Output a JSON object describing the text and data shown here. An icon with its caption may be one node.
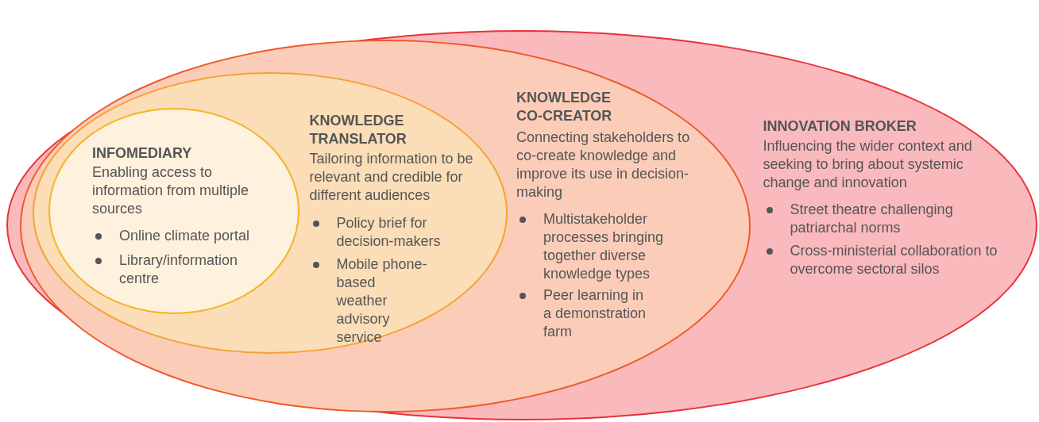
{
  "diagram": {
    "nodes": [
      {
        "text": [
          "INNOVATION BROKER",
          "Influencing the wider context and seeking to bring about systemic change and innovation",
          "Street theatre challenging patriarchal norms",
          "Cross-ministerial collaboration to overcome sectoral silos"
        ]
      },
      {
        "text": [
          "KNOWLEDGE CO-CREATOR",
          "Connecting stakeholders to co-create knowledge and improve its use in decision-making",
          "Multistakeholder processes bringing together diverse knowledge types",
          "Peer learning in a demonstration farm"
        ],
        "in": 0
      },
      {
        "text": [
          "KNOWLEDGE TRANSLATOR",
          "Tailoring information to be relevant and credible for different audiences",
          "Policy brief for decision-makers",
          "Mobile phone-based weather advisory service"
        ],
        "in": 1
      },
      {
        "text": [
          "INFOMEDIARY",
          "Enabling access to information from multiple sources",
          "Online climate portal",
          "Library/information centre"
        ],
        "in": 2
      }
    ]
  }
}
